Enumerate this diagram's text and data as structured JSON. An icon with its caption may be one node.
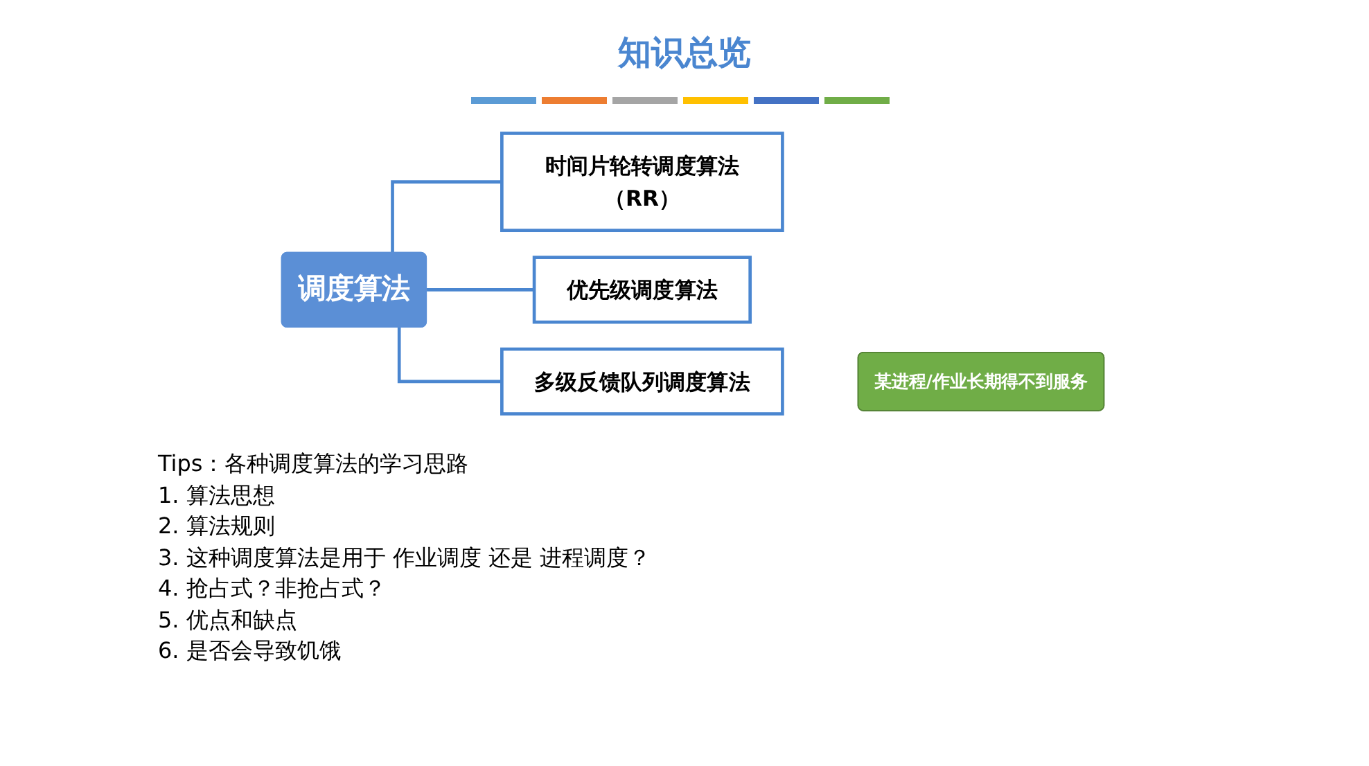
{
  "diagram": {
    "title": "知识总览",
    "nodes": [
      {
        "text": [
          "调度算法"
        ]
      },
      {
        "text": [
          "时间片轮转调度算法（RR）"
        ]
      },
      {
        "text": [
          "优先级调度算法"
        ]
      },
      {
        "text": [
          "多级反馈队列调度算法"
        ]
      },
      {
        "text": [
          "某进程/作业长期得不到服务"
        ]
      }
    ],
    "edges": [
      {
        "from": 0,
        "to": 1,
        "arrow": "none"
      },
      {
        "from": 0,
        "to": 2,
        "arrow": "none"
      },
      {
        "from": 0,
        "to": 3,
        "arrow": "none"
      }
    ],
    "labels": [
      "Tips：各种调度算法的学习思路",
      "1. 算法思想",
      "2. 算法规则",
      "3. 这种调度算法是用于 作业调度 还是 进程调度？",
      "4. 抢占式？非抢占式？",
      "5. 优点和缺点",
      "6. 是否会导致饥饿"
    ]
  }
}
